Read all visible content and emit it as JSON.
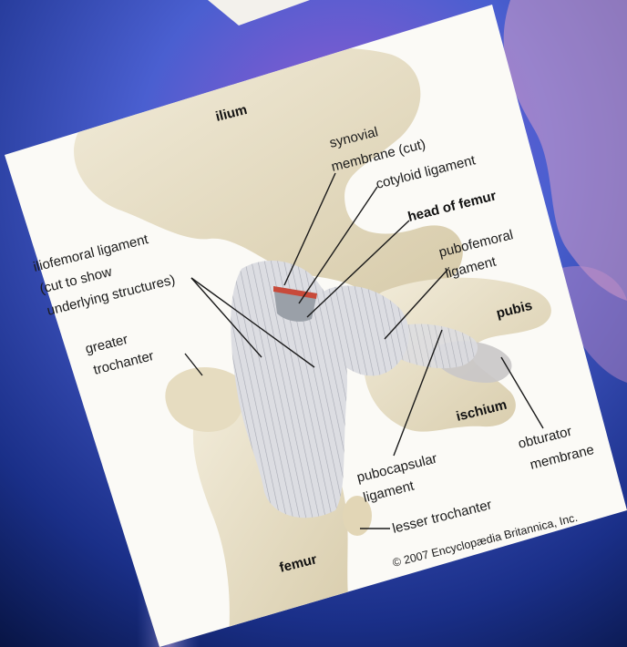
{
  "diagram": {
    "labels": {
      "ilium": "ilium",
      "synovial_1": "synovial",
      "synovial_2": "membrane (cut)",
      "cotyloid": "cotyloid ligament",
      "head_of_femur": "head of femur",
      "iliofemoral_1": "iliofemoral ligament",
      "iliofemoral_2": "(cut to show",
      "iliofemoral_3": "underlying structures)",
      "pubofemoral_1": "pubofemoral",
      "pubofemoral_2": "ligament",
      "pubis": "pubis",
      "greater_troch_1": "greater",
      "greater_troch_2": "trochanter",
      "ischium": "ischium",
      "obturator_1": "obturator",
      "obturator_2": "membrane",
      "pubocapsular_1": "pubocapsular",
      "pubocapsular_2": "ligament",
      "lesser_troch": "lesser trochanter",
      "femur": "femur",
      "copyright": "© 2007 Encyclopædia Britannica, Inc."
    }
  },
  "colors": {
    "background_dark": "#0a1a4a",
    "background_mid": "#2a4fb8",
    "background_purple": "#8e4fc8",
    "card_bg": "#fbfaf6",
    "bone": "#e9e0c8",
    "ligament": "#d8d9dd",
    "membrane_red": "#c84a3a"
  }
}
